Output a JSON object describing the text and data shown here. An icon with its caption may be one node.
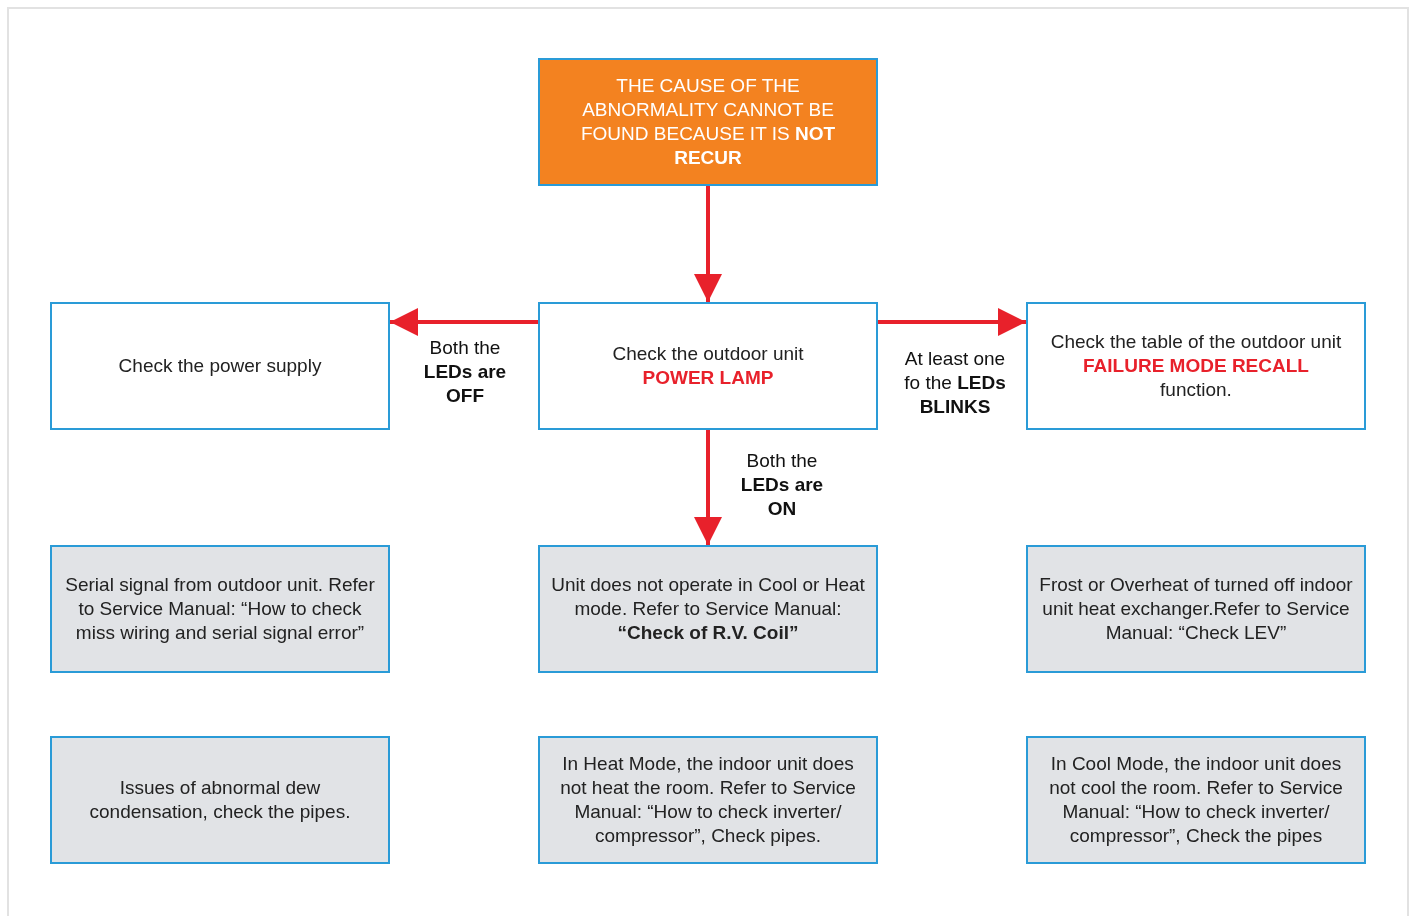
{
  "diagram": {
    "nodes": [
      {
        "text": [
          "THE CAUSE OF THE ABNORMALITY CANNOT BE FOUND BECAUSE IT IS **NOT RECUR**"
        ]
      },
      {
        "text": [
          "Check the power supply"
        ]
      },
      {
        "text": [
          "Check the outdoor unit",
          "POWER LAMP"
        ]
      },
      {
        "text": [
          "Check the table of the outdoor unit",
          "FAILURE MODE RECALL",
          "function."
        ]
      },
      {
        "text": [
          "Serial signal from outdoor unit. Refer to Service Manual: “How to check miss wiring and serial signal error”"
        ]
      },
      {
        "text": [
          "Unit does not operate in Cool or Heat mode. Refer to Service Manual: **“Check of R.V. Coil”**"
        ]
      },
      {
        "text": [
          "Frost or Overheat of turned off indoor unit heat exchanger.Refer to Service Manual: “Check LEV”"
        ]
      },
      {
        "text": [
          "Issues of abnormal dew condensation, check the pipes."
        ]
      },
      {
        "text": [
          "In Heat Mode, the indoor unit does not heat the room. Refer to Service Manual: “How to check inverter/ compressor”, Check pipes."
        ]
      },
      {
        "text": [
          "In Cool Mode, the indoor unit does not cool the room. Refer to Service Manual: “How to check inverter/ compressor”, Check the pipes"
        ]
      }
    ],
    "edges": [
      {
        "from": 0,
        "to": 2,
        "arrow": "to"
      },
      {
        "from": 2,
        "to": 1,
        "arrow": "to",
        "label": "Both the **LEDs are OFF**"
      },
      {
        "from": 2,
        "to": 3,
        "arrow": "to",
        "label": "At least one fo the **LEDs BLINKS**"
      },
      {
        "from": 2,
        "to": 5,
        "arrow": "to",
        "label": "Both the **LEDs are ON**"
      }
    ]
  }
}
